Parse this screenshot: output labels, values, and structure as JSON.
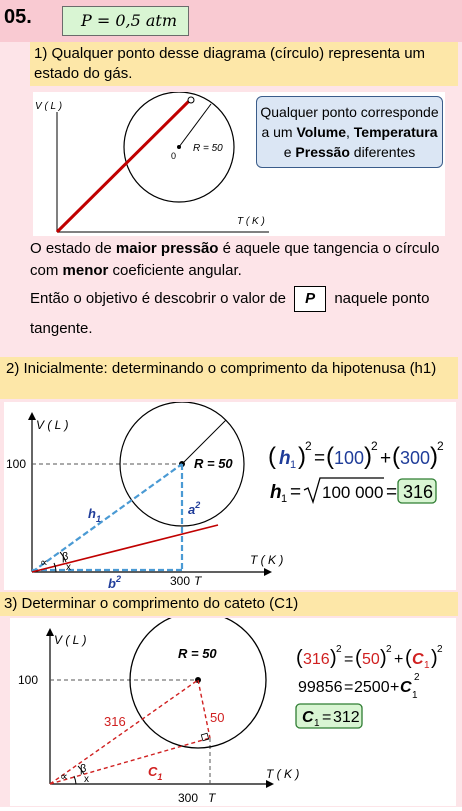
{
  "header": {
    "number": "05.",
    "given": "P = 0,5 atm"
  },
  "step1": {
    "title": "1) Qualquer ponto desse diagrama (círculo) representa um estado do gás.",
    "diagram": {
      "y_axis": "V ( L )",
      "x_axis": "T ( K )",
      "radius_label": "R = 50",
      "center_label": "0"
    },
    "callout": {
      "line1": "Qualquer ponto corresponde",
      "line2_pre": "a um ",
      "volume": "Volume",
      "comma": ", ",
      "temperatura": "Temperatura",
      "line3_pre": "e ",
      "pressao": "Pressão",
      "line3_post": " diferentes"
    },
    "text1_pre": "O estado de ",
    "text1_bold": "maior pressão",
    "text1_mid": " é aquele que tangencia o círculo com ",
    "text1_bold2": "menor",
    "text1_post": " coeficiente angular.",
    "text2_pre": "Então o objetivo é descobrir o valor de",
    "text2_box": "P",
    "text2_post": "naquele ponto tangente."
  },
  "step2": {
    "title": "2)  Inicialmente: determinando o comprimento da hipotenusa (h1)",
    "diagram": {
      "y_axis": "V ( L )",
      "x_axis": "T ( K )",
      "y_value": "100",
      "x_value": "300",
      "x_T": "T",
      "radius_label": "R = 50",
      "h_label": "h",
      "h_sub": "1",
      "a_label": "a",
      "a_sup": "2",
      "b_label": "b",
      "b_sup": "2",
      "alpha": "∝",
      "beta": "β",
      "x": "x"
    },
    "eq1": {
      "h": "h",
      "sub": "1",
      "sq": "2",
      "v1": "100",
      "v2": "300",
      "eq": "=",
      "plus": "+"
    },
    "eq2": {
      "h": "h",
      "sub": "1",
      "eq": "=",
      "rad": "100 000",
      "result": "316"
    }
  },
  "step3": {
    "title": "3) Determinar o comprimento do cateto (C1)",
    "diagram": {
      "y_axis": "V ( L )",
      "x_axis": "T ( K )",
      "y_value": "100",
      "x_value": "300",
      "x_T": "T",
      "radius_label": "R = 50",
      "hyp_label": "316",
      "r_label": "50",
      "c_label": "C",
      "c_sub": "1",
      "alpha": "∝",
      "beta": "β",
      "x": "x"
    },
    "eq1": {
      "a": "316",
      "b": "50",
      "c": "C",
      "c_sub": "1",
      "sq": "2"
    },
    "eq2": {
      "left": "99856",
      "eq": "=",
      "mid": "2500",
      "plus": "+",
      "c": "C",
      "c_sub": "1",
      "sq": "2"
    },
    "eq3": {
      "c": "C",
      "c_sub": "1",
      "eq": "=",
      "value": "312"
    }
  },
  "colors": {
    "pink_bg": "#fde4e8",
    "header_pink": "#f9cad2",
    "yellow_bar": "#fde7a8",
    "green_box": "#d9f5d3",
    "red_line": "#c00000",
    "blue_dash": "#4a9ad4",
    "blue_text": "#1f3c99",
    "red_text": "#d02020"
  }
}
